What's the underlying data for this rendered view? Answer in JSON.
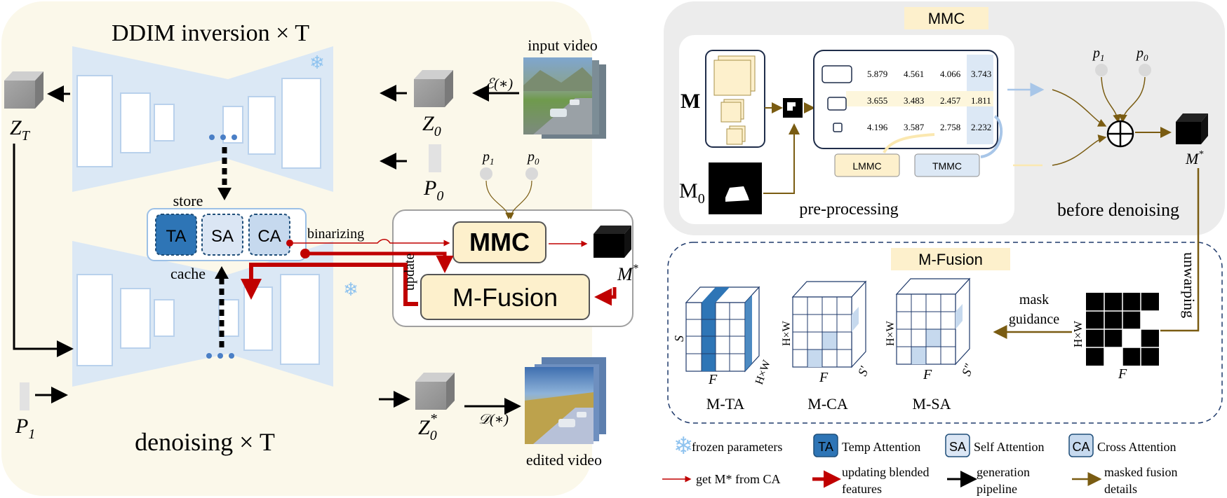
{
  "left_panel": {
    "title_inversion": "DDIM inversion × T",
    "title_denoising": "denoising × T",
    "input_video": "input video",
    "edited_video": "edited video",
    "z_t": "Z",
    "z_t_sub": "T",
    "z_0": "Z",
    "z_0_sub": "0",
    "z_0_star": "Z",
    "z_0_star_sub": "0",
    "z_0_star_sup": "*",
    "p_0": "P",
    "p_0_sub": "0",
    "p_1": "P",
    "p_1_sub": "1",
    "encoder": "ℰ(∗)",
    "decoder": "𝒟(∗)",
    "store": "store",
    "cache": "cache",
    "binarizing": "binarizing",
    "update": "update",
    "p1_small": "p",
    "p1_small_sub": "1",
    "p0_small": "p",
    "p0_small_sub": "0",
    "mmc_box": "MMC",
    "mfusion_box": "M-Fusion",
    "m_star": "M",
    "m_star_sup": "*",
    "attn": [
      "TA",
      "SA",
      "CA"
    ]
  },
  "mmc_panel": {
    "title": "MMC",
    "m_label": "M",
    "m0_label": "M",
    "m0_sub": "0",
    "preprocessing": "pre-processing",
    "before_denoising": "before denoising",
    "lmmc": "LMMC",
    "tmmc": "TMMC",
    "p1": "p",
    "p1_sub": "1",
    "p0": "p",
    "p0_sub": "0",
    "m_star": "M",
    "m_star_sup": "*",
    "table": [
      [
        "5.879",
        "4.561",
        "4.066",
        "3.743"
      ],
      [
        "3.655",
        "3.483",
        "2.457",
        "1.811"
      ],
      [
        "4.196",
        "3.587",
        "2.758",
        "2.232"
      ]
    ]
  },
  "mfusion_panel": {
    "title": "M-Fusion",
    "unwarping": "unwarping",
    "mask_guidance_1": "mask",
    "mask_guidance_2": "guidance",
    "hxw": "H×W",
    "f": "F",
    "s": "S",
    "s_prime": "S′",
    "s_dprime": "S″",
    "m_ta": "M-TA",
    "m_ca": "M-CA",
    "m_sa": "M-SA"
  },
  "legend": {
    "frozen": "frozen  parameters",
    "ta_label": "TA",
    "ta_text": "Temp Attention",
    "sa_label": "SA",
    "sa_text": "Self Attention",
    "ca_label": "CA",
    "ca_text": "Cross Attention",
    "red_thin": "get M* from CA",
    "red_thick_1": "updating blended",
    "red_thick_2": "features",
    "black_1": "generation",
    "black_2": "pipeline",
    "gold_1": "masked fusion",
    "gold_2": "details"
  },
  "colors": {
    "left_bg": "#fbf8ea",
    "unet": "#dbe8f5",
    "gray_panel": "#ececec",
    "gold": "#7a5c12",
    "red": "#c00000",
    "ta": "#2e75b6",
    "light_blue": "#c6d9ee",
    "cream": "#fdf0cc"
  }
}
